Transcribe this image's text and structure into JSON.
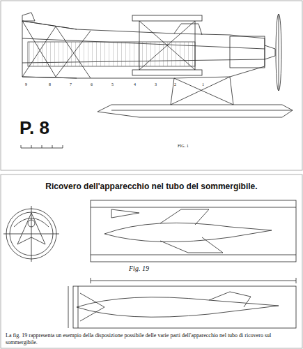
{
  "diagram": {
    "title": "Ricovero dell'apparecchio nel tubo del sommergibile.",
    "caption": "La fig. 19 rappresenta un esempio della disposizione possibile delle varie parti dell'apparecchio nel tubo di ricovero sul sommergibile.",
    "labels": [
      "P. 8",
      "9",
      "8",
      "7",
      "6",
      "5",
      "4",
      "3",
      "2",
      "1",
      "FIG. 1",
      "Fig. 19"
    ]
  }
}
